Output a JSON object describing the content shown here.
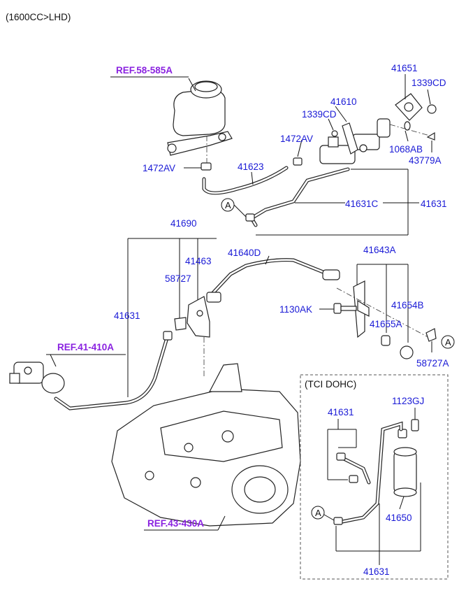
{
  "header": {
    "variant": "(1600CC>LHD)"
  },
  "refs": {
    "reservoir": "REF.58-585A",
    "cylinder": "REF.41-410A",
    "transmission": "REF.43-430A"
  },
  "callouts": {
    "p41651": "41651",
    "p1339CD_top": "1339CD",
    "p41610": "41610",
    "p1339CD_mid": "1339CD",
    "p1472AV_right": "1472AV",
    "p1068AB": "1068AB",
    "p43779A": "43779A",
    "p1472AV_left": "1472AV",
    "p41623": "41623",
    "p41631C": "41631C",
    "p41631_right": "41631",
    "p41690": "41690",
    "p41463": "41463",
    "p58727_left": "58727",
    "p41640D": "41640D",
    "p41643A": "41643A",
    "p41631_left": "41631",
    "p1130AK": "1130AK",
    "p41654B": "41654B",
    "p41655A": "41655A",
    "p58727A": "58727A",
    "p41631_inset_top": "41631",
    "p1123GJ": "1123GJ",
    "p41650": "41650",
    "p41631_inset_bottom": "41631"
  },
  "markers": {
    "a1": "A",
    "a2": "A",
    "a3": "A"
  },
  "inset": {
    "title": "(TCI DOHC)"
  }
}
